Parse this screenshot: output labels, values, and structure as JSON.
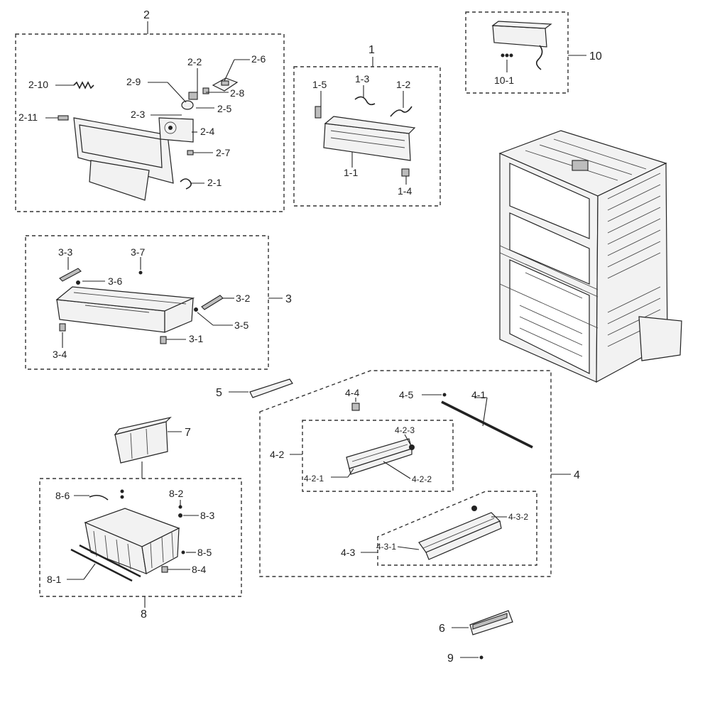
{
  "labels": {
    "g1": "1",
    "g1_1": "1-1",
    "g1_2": "1-2",
    "g1_3": "1-3",
    "g1_4": "1-4",
    "g1_5": "1-5",
    "g2": "2",
    "g2_1": "2-1",
    "g2_2": "2-2",
    "g2_3": "2-3",
    "g2_4": "2-4",
    "g2_5": "2-5",
    "g2_6": "2-6",
    "g2_7": "2-7",
    "g2_8": "2-8",
    "g2_9": "2-9",
    "g2_10": "2-10",
    "g2_11": "2-11",
    "g3": "3",
    "g3_1": "3-1",
    "g3_2": "3-2",
    "g3_3": "3-3",
    "g3_4": "3-4",
    "g3_5": "3-5",
    "g3_6": "3-6",
    "g3_7": "3-7",
    "g4": "4",
    "g4_1": "4-1",
    "g4_2": "4-2",
    "g4_2_1": "4-2-1",
    "g4_2_2": "4-2-2",
    "g4_2_3": "4-2-3",
    "g4_3": "4-3",
    "g4_3_1": "4-3-1",
    "g4_3_2": "4-3-2",
    "g4_4": "4-4",
    "g4_5": "4-5",
    "g5": "5",
    "g6": "6",
    "g7": "7",
    "g8": "8",
    "g8_1": "8-1",
    "g8_2": "8-2",
    "g8_3": "8-3",
    "g8_4": "8-4",
    "g8_5": "8-5",
    "g8_6": "8-6",
    "g9": "9",
    "g10": "10",
    "g10_1": "10-1"
  }
}
